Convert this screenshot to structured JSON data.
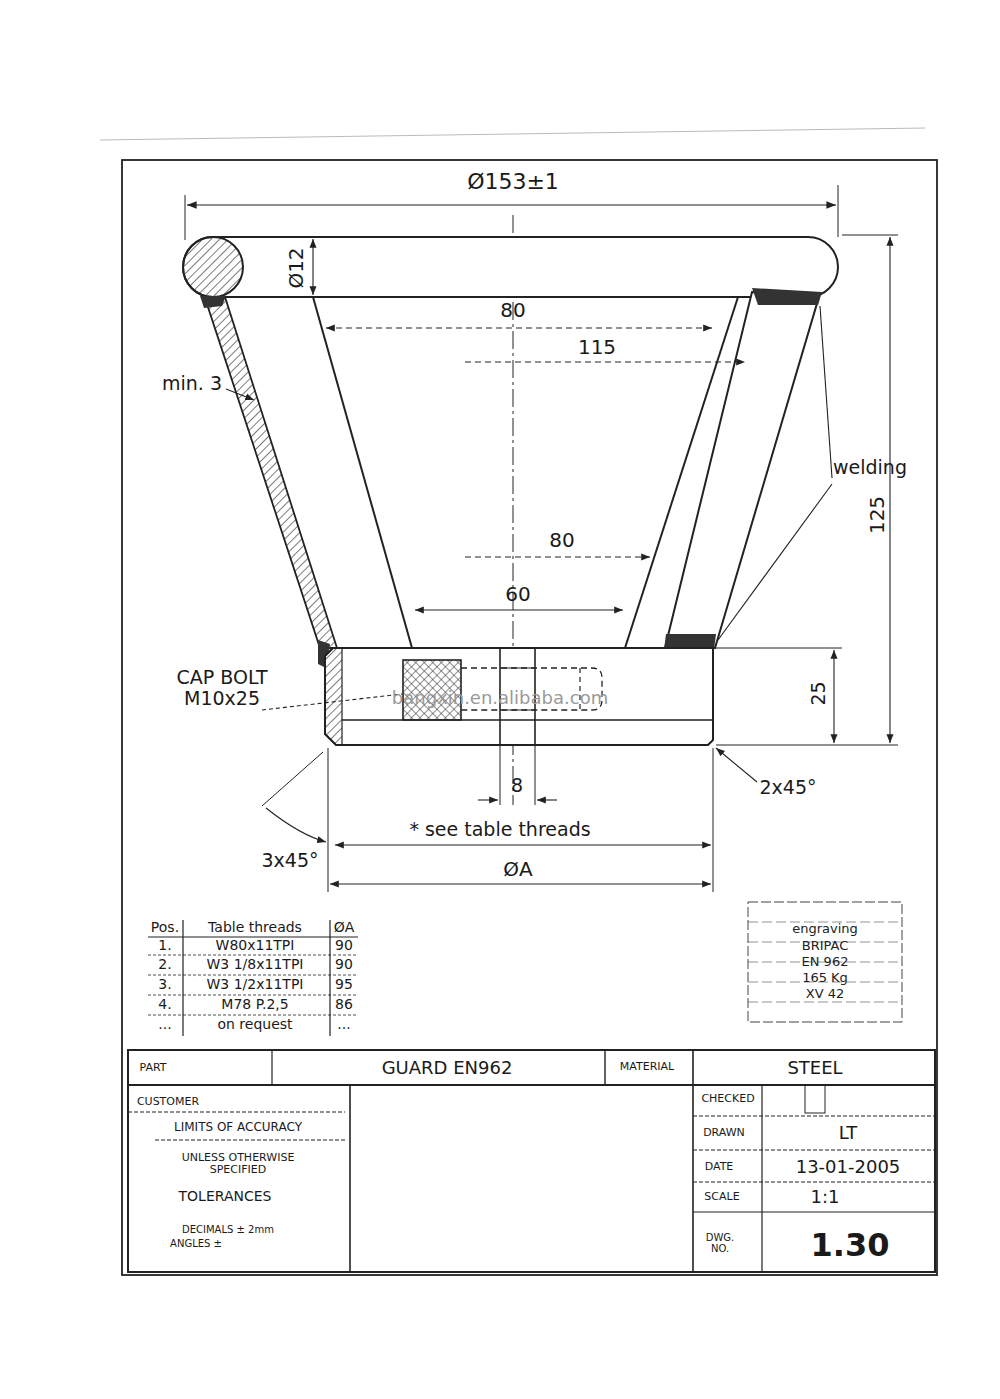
{
  "diagram": {
    "nodes": [
      {
        "text": [
          "engraving",
          "BRIPAC",
          "EN 962",
          "165 Kg",
          "XV 42"
        ]
      }
    ],
    "labels": [
      "Ø153±1",
      "Ø12",
      "80",
      "115",
      "min. 3",
      "welding",
      "125",
      "80",
      "60",
      "CAP BOLT M10x25",
      "25",
      "8",
      "2x45°",
      "* see table threads",
      "3x45°",
      "ØA",
      "Pos.",
      "Table threads",
      "ØA",
      "1.",
      "W80x11TPI",
      "90",
      "2.",
      "W3 1/8x11TPI",
      "90",
      "3.",
      "W3 1/2x11TPI",
      "95",
      "4.",
      "M78 P.2,5",
      "86",
      "...",
      "on request",
      "...",
      "PART",
      "GUARD EN962",
      "MATERIAL",
      "STEEL",
      "CUSTOMER",
      "LIMITS OF ACCURACY",
      "UNLESS OTHERWISE SPECIFIED",
      "TOLERANCES",
      "DECIMALS ± 2mm",
      "ANGLES ±",
      "CHECKED",
      "DRAWN",
      "LT",
      "DATE",
      "13-01-2005",
      "SCALE",
      "1:1",
      "DWG. NO.",
      "1.30",
      "bangxin.en.alibaba.com"
    ]
  }
}
